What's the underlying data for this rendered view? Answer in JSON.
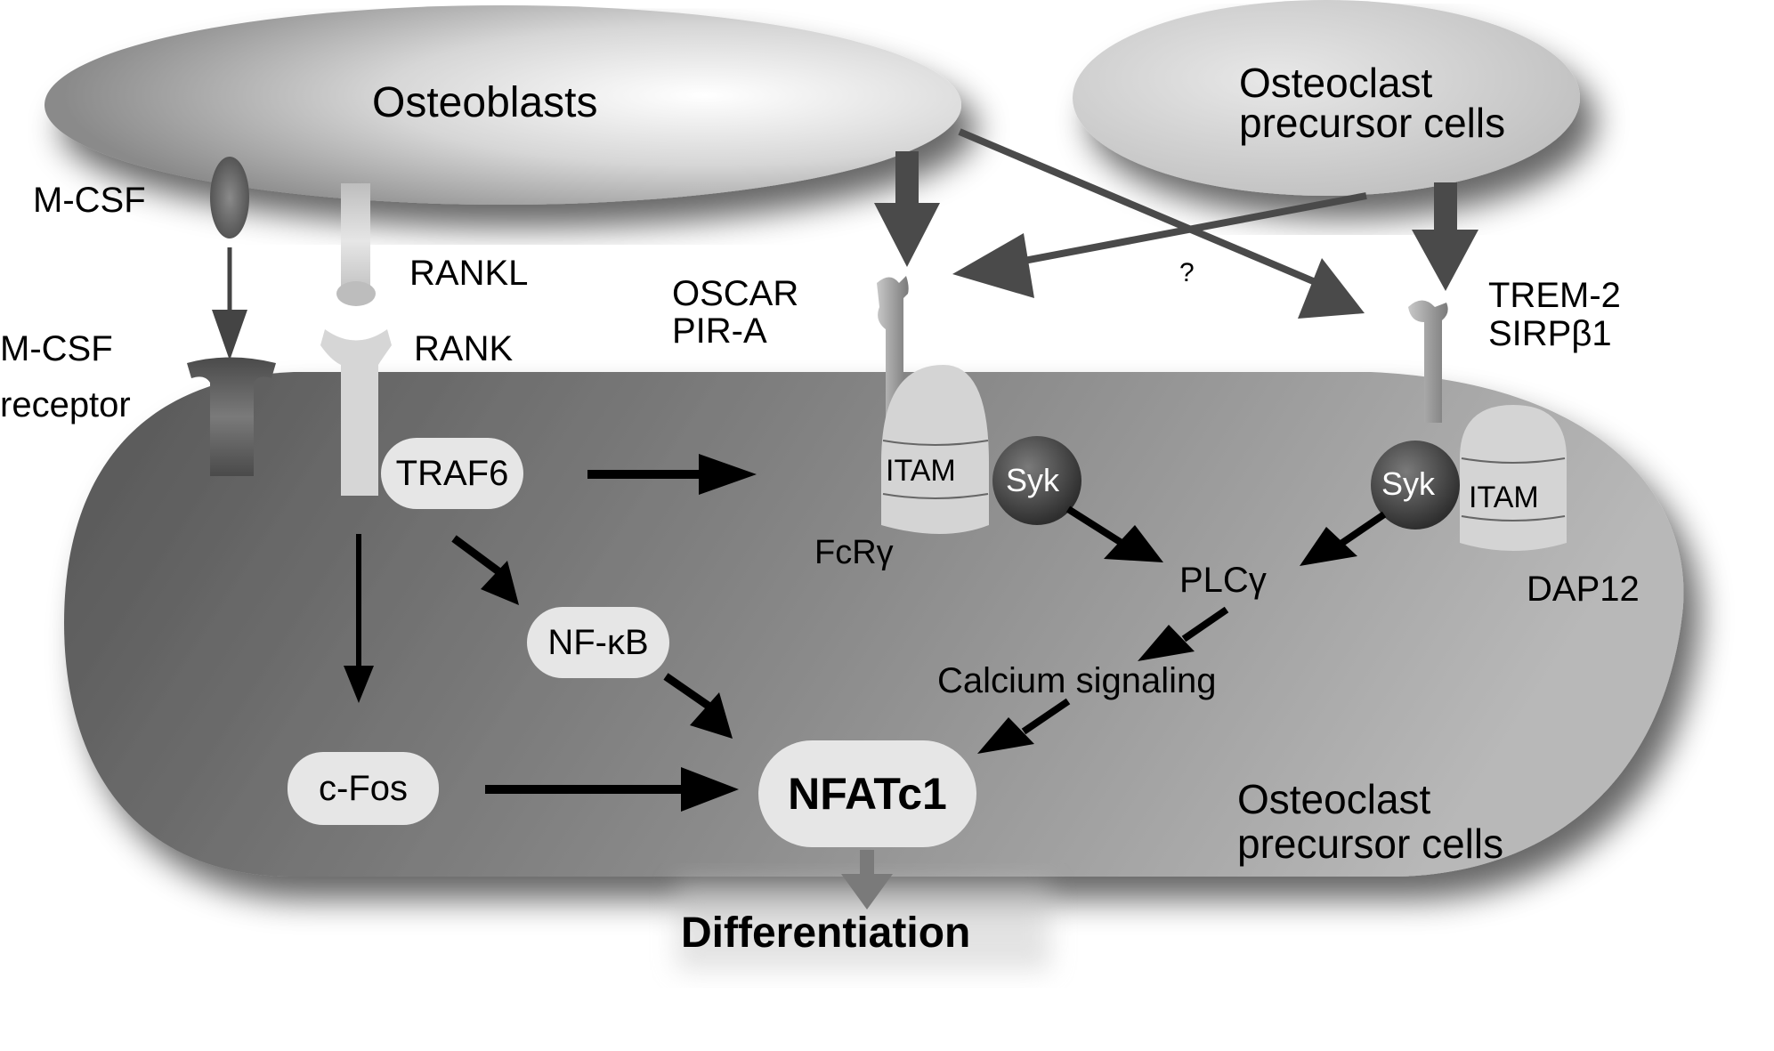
{
  "diagram": {
    "type": "signaling-pathway",
    "colors": {
      "background": "#ffffff",
      "cell_body_dark": "#5a5a5a",
      "cell_body_light": "#b4b4b4",
      "osteoblast_dark": "#8a8a8a",
      "osteoblast_light": "#f2f2f2",
      "arrow_gray": "#4a4a4a",
      "arrow_black": "#000000",
      "node_fill": "#e6e6e6",
      "syk_fill": "#4a4a4a"
    },
    "cells": {
      "osteoblasts": "Osteoblasts",
      "osteoclast_precursor_top_line1": "Osteoclast",
      "osteoclast_precursor_top_line2": "precursor cells",
      "osteoclast_precursor_main_line1": "Osteoclast",
      "osteoclast_precursor_main_line2": "precursor cells"
    },
    "ligands": {
      "mcsf": "M-CSF",
      "rankl": "RANKL"
    },
    "receptors": {
      "mcsf_receptor_line1": "M-CSF",
      "mcsf_receptor_line2": "receptor",
      "rank": "RANK",
      "oscar": "OSCAR",
      "pira": "PIR-A",
      "trem2": "TREM-2",
      "sirpb1": "SIRPβ1"
    },
    "adaptors": {
      "fcrg": "FcRγ",
      "dap12": "DAP12",
      "itam_left": "ITAM",
      "itam_right": "ITAM",
      "syk_left": "Syk",
      "syk_right": "Syk"
    },
    "nodes": {
      "traf6": "TRAF6",
      "nfkb": "NF-κB",
      "cfos": "c-Fos",
      "nfatc1": "NFATc1",
      "plcg": "PLCγ",
      "calcium": "Calcium signaling",
      "differentiation": "Differentiation"
    },
    "annotations": {
      "unknown_link": "?"
    },
    "edges": [
      {
        "from": "M-CSF",
        "to": "M-CSF receptor",
        "style": "gray"
      },
      {
        "from": "Osteoblasts",
        "to": "OSCAR/PIR-A",
        "style": "thick-gray"
      },
      {
        "from": "Osteoclast precursor cells",
        "to": "TREM-2/SIRPβ1",
        "style": "thick-gray"
      },
      {
        "from": "Osteoclast precursor cells",
        "to": "OSCAR/PIR-A",
        "style": "gray"
      },
      {
        "from": "Osteoblasts",
        "to": "TREM-2/SIRPβ1",
        "style": "gray",
        "label": "?"
      },
      {
        "from": "TRAF6",
        "to": "FcRγ/ITAM",
        "style": "black"
      },
      {
        "from": "TRAF6",
        "to": "NF-κB",
        "style": "black"
      },
      {
        "from": "RANK",
        "to": "c-Fos",
        "style": "black"
      },
      {
        "from": "NF-κB",
        "to": "NFATc1",
        "style": "black"
      },
      {
        "from": "c-Fos",
        "to": "NFATc1",
        "style": "black"
      },
      {
        "from": "Syk (FcRγ)",
        "to": "PLCγ",
        "style": "black"
      },
      {
        "from": "Syk (DAP12)",
        "to": "PLCγ",
        "style": "black"
      },
      {
        "from": "PLCγ",
        "to": "Calcium signaling",
        "style": "black"
      },
      {
        "from": "Calcium signaling",
        "to": "NFATc1",
        "style": "black"
      },
      {
        "from": "NFATc1",
        "to": "Differentiation",
        "style": "gray"
      }
    ]
  }
}
